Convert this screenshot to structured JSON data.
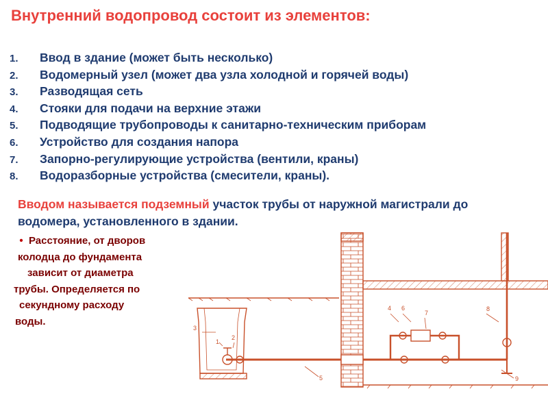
{
  "title": "Внутренний водопровод состоит из  элементов:",
  "elements": [
    {
      "number": "1.",
      "text": "Ввод в здание (может быть несколько)"
    },
    {
      "number": "2.",
      "text": "Водомерный узел (может два узла холодной и горячей воды)"
    },
    {
      "number": "3.",
      "text": "Разводящая сеть"
    },
    {
      "number": "4.",
      "text": "Стояки для подачи на верхние этажи"
    },
    {
      "number": "5.",
      "text": "Подводящие трубопроводы к санитарно-техническим приборам"
    },
    {
      "number": "6.",
      "text": "Устройство для создания напора"
    },
    {
      "number": "7.",
      "text": "Запорно-регулирующие устройства (вентили, краны)"
    },
    {
      "number": "8.",
      "text": "Водоразборные устройства (смесители, краны)."
    }
  ],
  "definition": {
    "highlight": "Вводом называется подземный",
    "rest": " участок трубы от наружной магистрали  до  водомера, установленного в здании."
  },
  "note": {
    "bullet": "•",
    "lines": [
      "Расстояние,  от дворов",
      "колодца до фундамента",
      "зависит от диаметра",
      "трубы. Определяется по",
      "секундному расходу",
      "воды."
    ]
  },
  "diagram": {
    "color": "#d2552a",
    "labels": [
      "1",
      "2",
      "3",
      "4",
      "5",
      "6",
      "7",
      "8",
      "9"
    ]
  }
}
